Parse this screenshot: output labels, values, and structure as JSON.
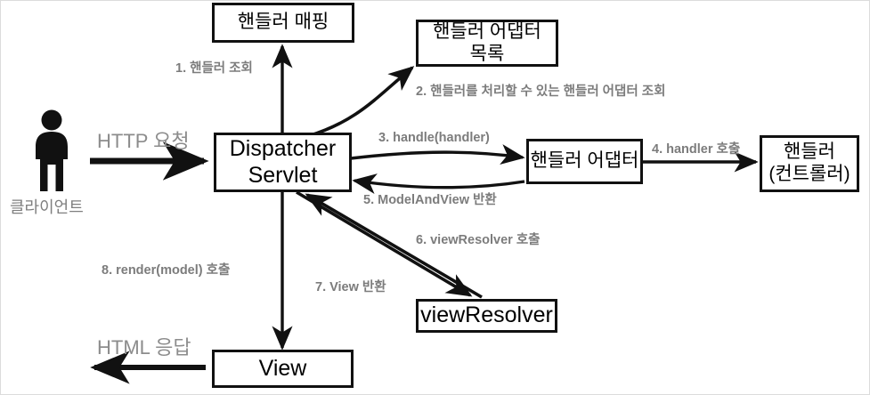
{
  "diagram": {
    "title": "Spring MVC DispatcherServlet flow",
    "colors": {
      "box_border": "#111111",
      "box_fill": "#ffffff",
      "arrow": "#111111",
      "step_label": "#7c7c7c",
      "caption": "#8c8c8c",
      "frame_border": "#dcdcdc"
    },
    "actors": {
      "client_icon": "person-icon",
      "client_label": "클라이언트"
    },
    "nodes": [
      {
        "id": "handler-mapping",
        "label": "핸들러 매핑"
      },
      {
        "id": "handler-adapter-list",
        "label": "핸들러 어댑터\n목록",
        "line1": "핸들러 어댑터",
        "line2": "목록"
      },
      {
        "id": "dispatcher-servlet",
        "label": "Dispatcher\nServlet",
        "line1": "Dispatcher",
        "line2": "Servlet"
      },
      {
        "id": "handler-adapter",
        "label": "핸들러 어댑터"
      },
      {
        "id": "handler-controller",
        "label": "핸들러\n(컨트롤러)",
        "line1": "핸들러",
        "line2": "(컨트롤러)"
      },
      {
        "id": "view-resolver",
        "label": "viewResolver"
      },
      {
        "id": "view",
        "label": "View"
      }
    ],
    "captions": {
      "http_request": "HTTP 요청",
      "html_response": "HTML 응답"
    },
    "steps": [
      {
        "n": "1",
        "text": "1. 핸들러 조회"
      },
      {
        "n": "2",
        "text": "2. 핸들러를 처리할 수 있는 핸들러 어댑터 조회"
      },
      {
        "n": "3",
        "text": "3. handle(handler)"
      },
      {
        "n": "4",
        "text": "4. handler 호출"
      },
      {
        "n": "5",
        "text": "5. ModelAndView 반환"
      },
      {
        "n": "6",
        "text": "6. viewResolver 호출"
      },
      {
        "n": "7",
        "text": "7. View 반환"
      },
      {
        "n": "8",
        "text": "8. render(model) 호출"
      }
    ]
  }
}
